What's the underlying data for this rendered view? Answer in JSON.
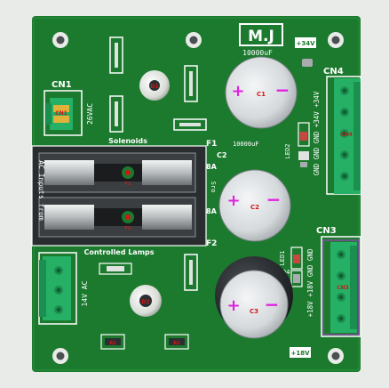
{
  "board": {
    "colors": {
      "background": "#e9ebe8",
      "pcb": "#1c7a2e",
      "silkscreen": "#ffffff",
      "terminal": "#26b066",
      "capacitor": "#c9cdd0",
      "polarity": "#e020e0"
    },
    "labels": {
      "brand": "M.J",
      "cap_value_top": "10000uF",
      "plus34": "+34V",
      "cn1": "CN1",
      "vac26": "26VAC",
      "cn4": "CN4",
      "cn4_pins": "GND GND GND +34V +34V",
      "solenoids": "Solenoids",
      "f1": "F1",
      "cap_value_mid": "10000uF",
      "c2": "C2",
      "led2": "LED2",
      "rating_top": "8A",
      "rating_bottom": "8A",
      "ac_inputs": "AC Inputs from",
      "sro": "Sro",
      "cn3": "CN3",
      "f2": "F2",
      "controlled_lamps": "Controlled Lamps",
      "led1": "LED1",
      "d4": "D4",
      "cn3_pins": "+18V +18V GND GND",
      "vac14": "14V AC",
      "plus18": "+18V"
    },
    "refs": {
      "c1": "C1",
      "c2": "C2",
      "c3": "C3",
      "cn1": "CN1",
      "cn3": "CN3",
      "cn4": "CN4",
      "f1": "F1",
      "f2": "F2",
      "d1": "D1",
      "d2": "D2",
      "r1": "R1",
      "r2": "R2",
      "plus": "+",
      "minus": "−"
    },
    "icons": {
      "mounting_holes": "mounting-hole-icon",
      "capacitors": "electrolytic-capacitor-icon",
      "fuses": "fuse-holder-icon",
      "terminals": "screw-terminal-icon"
    }
  }
}
